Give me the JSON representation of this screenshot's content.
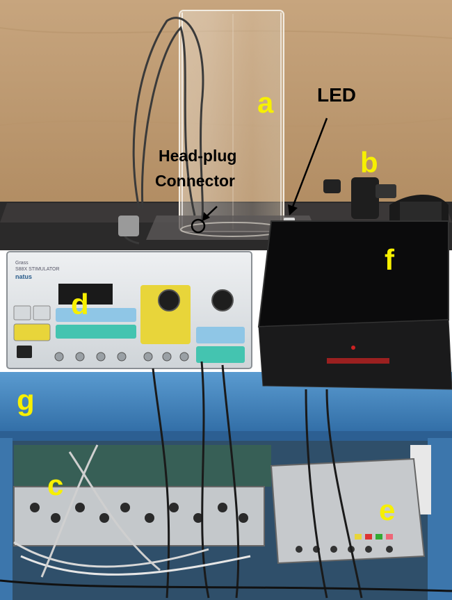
{
  "labels": {
    "a": "a",
    "b": "b",
    "c": "c",
    "d": "d",
    "e": "e",
    "f": "f",
    "g": "g",
    "led": "LED",
    "head_plug_line1": "Head-plug",
    "head_plug_line2": "Connector"
  },
  "device_text": {
    "stimulator_brand": "Grass",
    "stimulator_model": "S88X STIMULATOR",
    "stimulator_maker": "natus"
  },
  "colors": {
    "label_yellow": "#f7f000",
    "backdrop_paper": "#c9a57c",
    "cart_blue": "#3e7fb7",
    "keypad_teal": "#44c4b0",
    "keypad_blue": "#8fc6e6",
    "knob_panel_yellow": "#e8d53a"
  }
}
